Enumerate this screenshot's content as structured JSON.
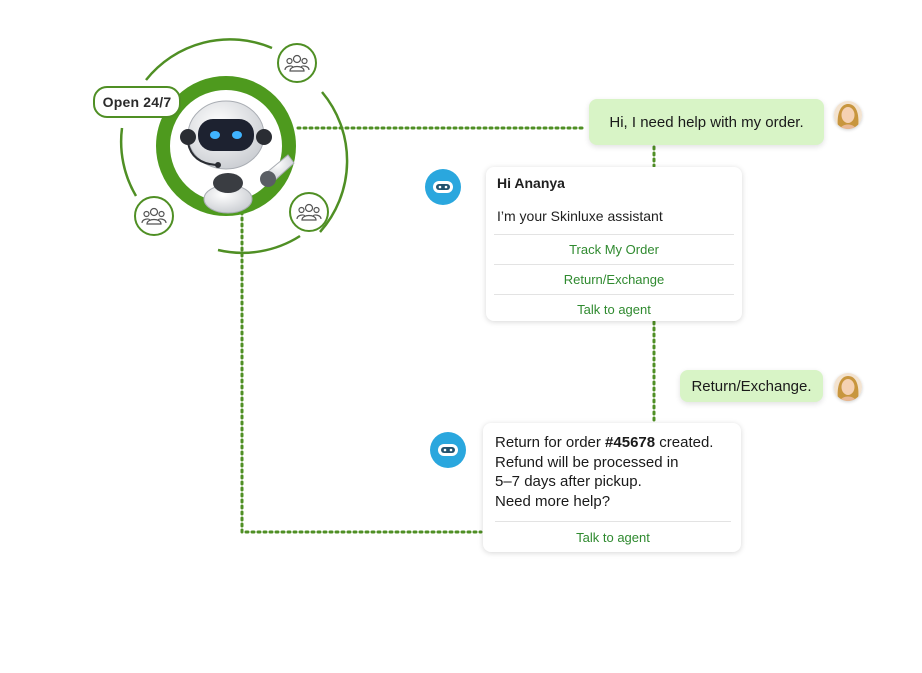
{
  "badge": {
    "label": "Open 24/7"
  },
  "bot_card_1": {
    "title": "Hi Ananya",
    "subtitle": "I’m your Skinluxe assistant",
    "options": [
      "Track My Order",
      "Return/Exchange",
      "Talk to agent"
    ]
  },
  "user_messages": [
    "Hi, I need help with my order.",
    "Return/Exchange."
  ],
  "bot_card_2": {
    "line1_before": "Return for order ",
    "order_number": "#45678",
    "line1_after": " created.",
    "line2": "Refund will be processed in",
    "line3": "5–7 days after pickup.",
    "line4": "Need more help?",
    "option": "Talk to agent"
  },
  "colors": {
    "accent_green": "#4f8f24",
    "bubble_green": "#d8f4c6",
    "option_green": "#2f8a2f",
    "bot_blue": "#2aa7de"
  },
  "icons": {
    "people": "group-people-icon",
    "bot": "robot-face-icon",
    "avatar": "user-avatar"
  }
}
